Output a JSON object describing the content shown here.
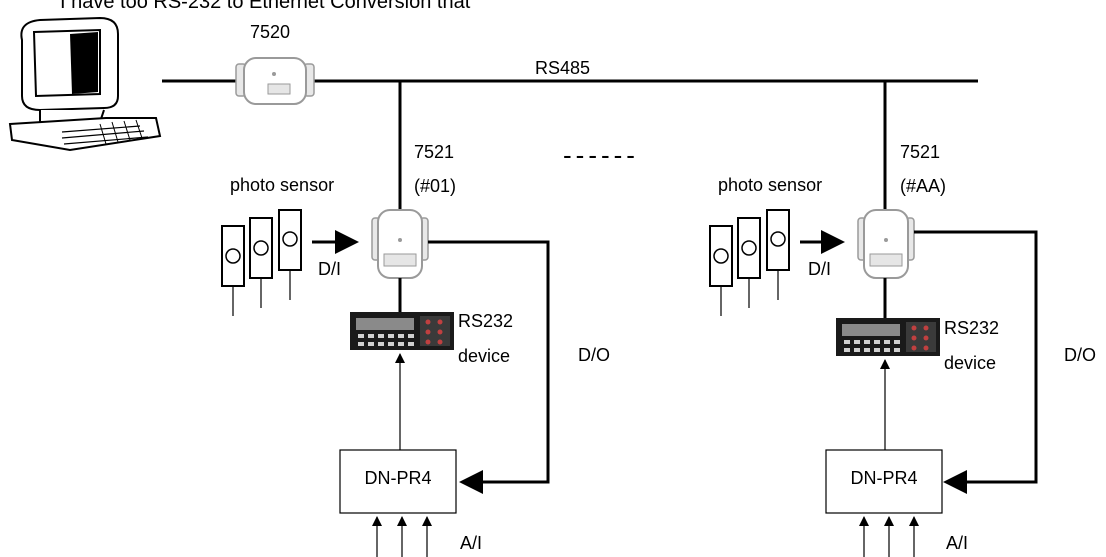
{
  "header_fragment": "I have too RS-232 to Ethernet Conversion that",
  "pc": {
    "icon": "computer-icon"
  },
  "converter": {
    "label": "7520",
    "icon": "converter-module-icon"
  },
  "bus": {
    "label": "RS485"
  },
  "ellipsis": "------",
  "nodes": [
    {
      "module_label": "7521",
      "address": "(#01)",
      "sensor_label": "photo sensor",
      "di_label": "D/I",
      "device_label_1": "RS232",
      "device_label_2": "device",
      "do_label": "D/O",
      "pr4_label": "DN-PR4",
      "ai_label": "A/I"
    },
    {
      "module_label": "7521",
      "address": "(#AA)",
      "sensor_label": "photo sensor",
      "di_label": "D/I",
      "device_label_1": "RS232",
      "device_label_2": "device",
      "do_label": "D/O",
      "pr4_label": "DN-PR4",
      "ai_label": "A/I"
    }
  ],
  "colors": {
    "line": "#000000",
    "module_outline": "#9a9a9a",
    "device_dark": "#1a1a1a"
  }
}
